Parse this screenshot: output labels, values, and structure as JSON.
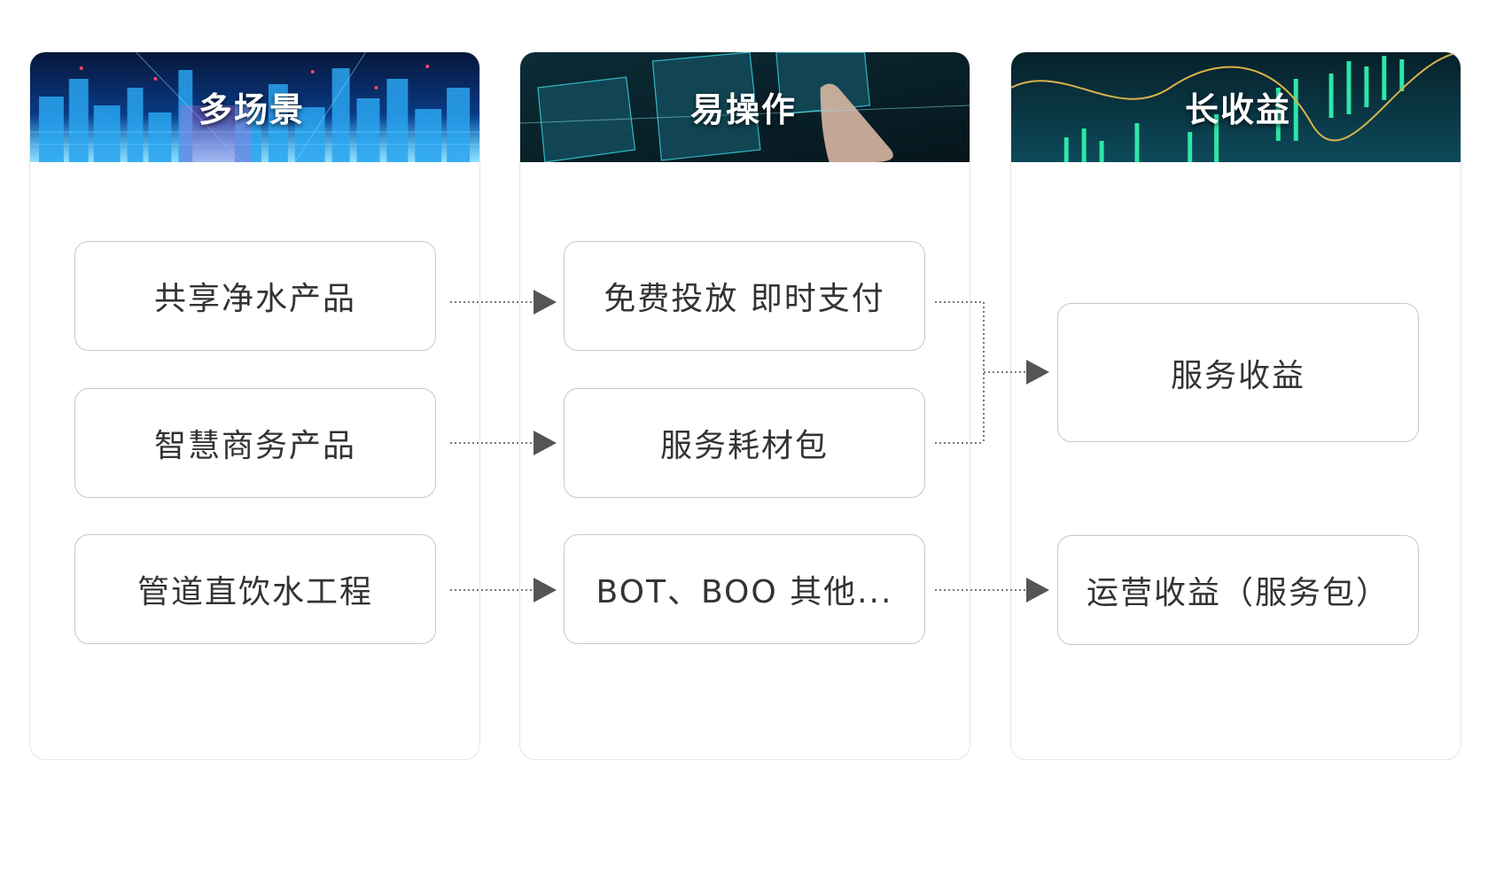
{
  "columns": [
    {
      "title": "多场景"
    },
    {
      "title": "易操作"
    },
    {
      "title": "长收益"
    }
  ],
  "boxes": {
    "shared_water": "共享净水产品",
    "smart_business": "智慧商务产品",
    "pipeline_water": "管道直饮水工程",
    "free_placement": "免费投放 即时支付",
    "consumables": "服务耗材包",
    "bot_boo": "BOT、BOO 其他...",
    "service_revenue": "服务收益",
    "operation_revenue": "运营收益（服务包）"
  },
  "colors": {
    "border": "#c8c8c8",
    "text": "#333333",
    "arrow": "#555555",
    "banner_city": "#0a2a5e",
    "banner_ops": "#0b2c36",
    "banner_stock": "#0a2e3c",
    "stock_green": "#2ee6a8",
    "stock_line": "#d9b24a"
  }
}
